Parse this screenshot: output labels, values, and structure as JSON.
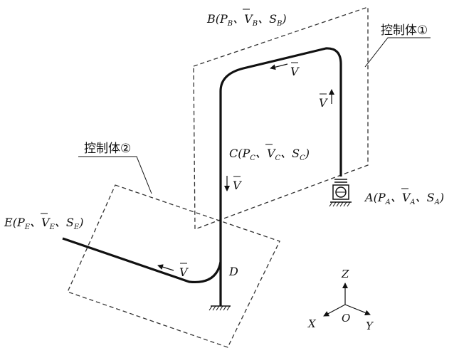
{
  "control_volume_1": "控制体①",
  "control_volume_2": "控制体②",
  "states": {
    "A": {
      "point": "A",
      "p": "P",
      "p_sub": "A",
      "v": "V",
      "v_sub": "A",
      "s": "S",
      "s_sub": "A"
    },
    "B": {
      "point": "B",
      "p": "P",
      "p_sub": "B",
      "v": "V",
      "v_sub": "B",
      "s": "S",
      "s_sub": "B"
    },
    "C": {
      "point": "C",
      "p": "P",
      "p_sub": "C",
      "v": "V",
      "v_sub": "C",
      "s": "S",
      "s_sub": "C"
    },
    "E": {
      "point": "E",
      "p": "P",
      "p_sub": "E",
      "v": "V",
      "v_sub": "E",
      "s": "S",
      "s_sub": "E"
    }
  },
  "point_D": "D",
  "velocity_symbol": "V",
  "axes": {
    "x": "X",
    "y": "Y",
    "z": "Z",
    "origin": "O"
  }
}
